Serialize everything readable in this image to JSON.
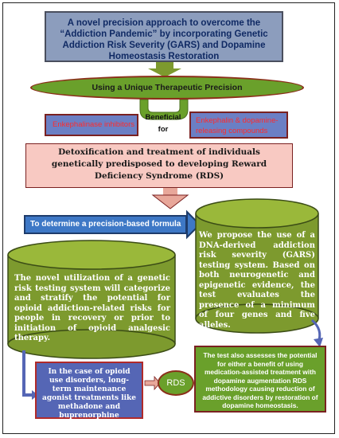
{
  "title": "A novel precision approach to overcome the “Addiction Pandemic” by incorporating Genetic Addiction Risk Severity (GARS) and Dopamine Homeostasis Restoration",
  "therapeutic": "Using a Unique Therapeutic Precision",
  "enkephalinase": "Enkephalinase inhibitors",
  "beneficial": "Beneficial for",
  "enkephalin_release": "Enkephalin & dopamine-releasing compounds",
  "detox": "Detoxification and treatment of individuals genetically predisposed to developing Reward Deficiency Syndrome (RDS)",
  "determine": "To determine a precision-based formula",
  "propose": "We propose the use of a DNA-derived addiction risk severity (GARS) testing system. Based on both neurogenetic and epigenetic evidence, the test evaluates the presence of a minimum of four genes and five alleles.",
  "novel_use": "The novel utilization of a genetic risk testing system will categorize and stratify the potential for opioid addiction-related risks for people in recovery or prior to initiation of opioid analgesic therapy.",
  "opioid": "In the case of opioid use disorders, long-term maintenance agonist treatments like methadone and buprenorphine",
  "rds": "RDS",
  "assess": "The test also assesses the potential for either a benefit of using medication-assisted treatment with dopamine augmentation RDS methodology causing reduction of addictive disorders by restoration of dopamine homeostasis.",
  "colors": {
    "title_fill": "#8c9dbd",
    "green": "#6aa02b",
    "cylinder": "#7d9a2e",
    "blue_box": "#6b7fc4",
    "red_text": "#ff2b2b",
    "pink": "#f8c9c2",
    "arrow_blue": "#3e78c6"
  }
}
